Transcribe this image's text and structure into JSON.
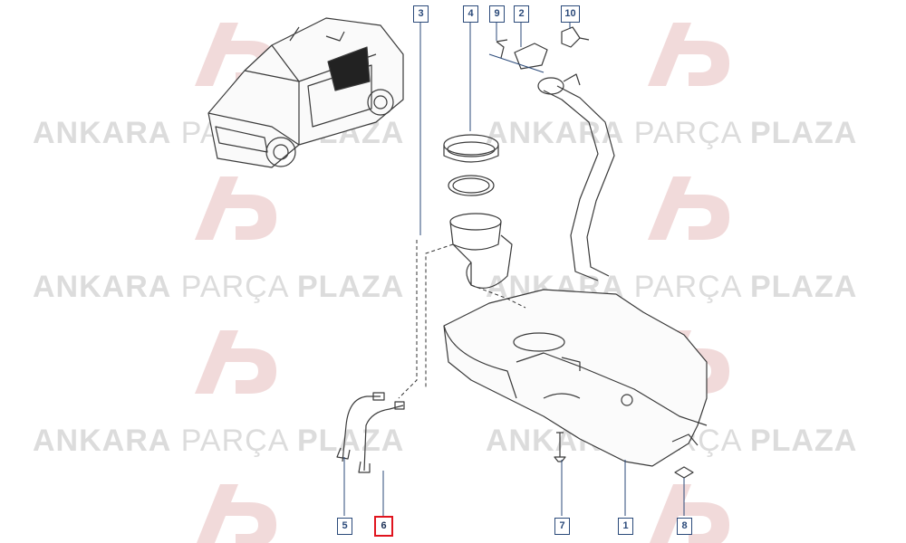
{
  "watermark": {
    "text_bold_1": "ANKARA",
    "text_thin": "PARÇA",
    "text_bold_2": "PLAZA",
    "logo_letters": "AP",
    "color": "#dcdcdc",
    "logo_color": "#e9c9c9"
  },
  "callouts": [
    {
      "id": "callout-3",
      "label": "3",
      "highlighted": false
    },
    {
      "id": "callout-4",
      "label": "4",
      "highlighted": false
    },
    {
      "id": "callout-9",
      "label": "9",
      "highlighted": false
    },
    {
      "id": "callout-2",
      "label": "2",
      "highlighted": false
    },
    {
      "id": "callout-10",
      "label": "10",
      "highlighted": false
    },
    {
      "id": "callout-5",
      "label": "5",
      "highlighted": false
    },
    {
      "id": "callout-6",
      "label": "6",
      "highlighted": true
    },
    {
      "id": "callout-7",
      "label": "7",
      "highlighted": false
    },
    {
      "id": "callout-1",
      "label": "1",
      "highlighted": false
    },
    {
      "id": "callout-8",
      "label": "8",
      "highlighted": false
    }
  ],
  "colors": {
    "line": "#2b4a7a",
    "highlight": "#e0141e",
    "drawing": "#3a3a3a"
  }
}
